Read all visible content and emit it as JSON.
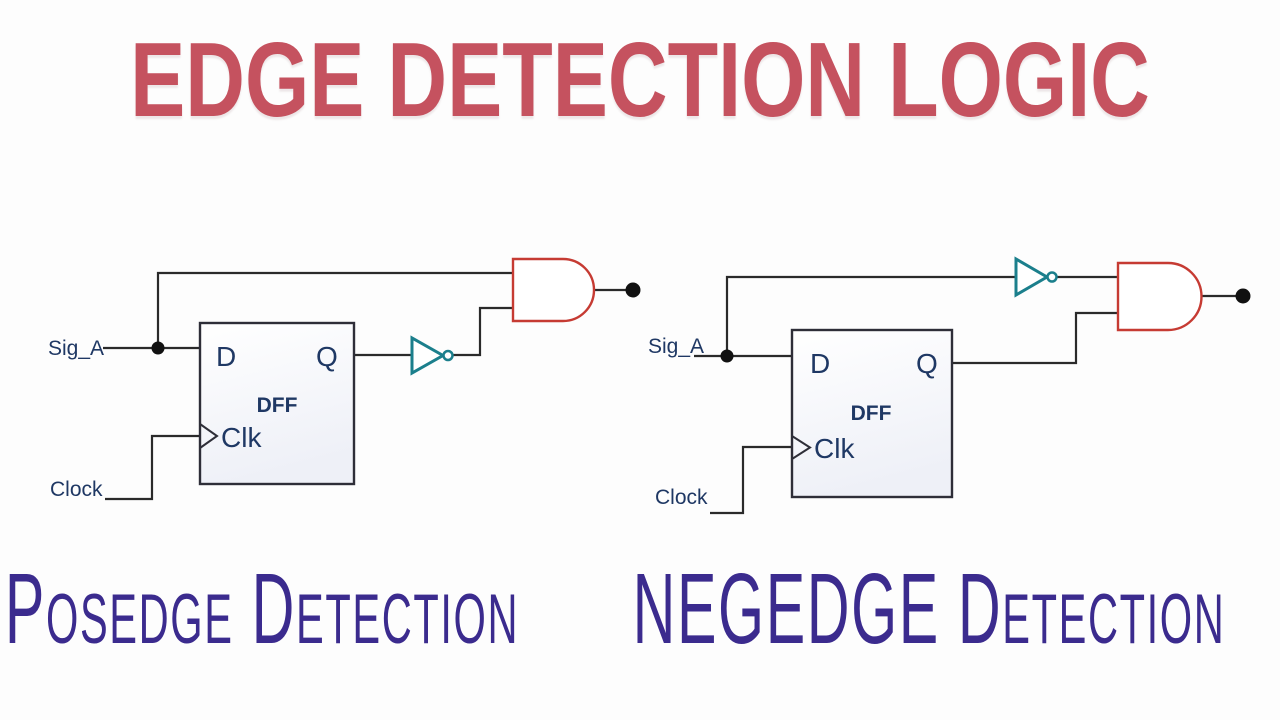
{
  "title": {
    "text": "EDGE DETECTION LOGIC"
  },
  "circuits": {
    "posedge": {
      "caption": "Posedge Detection",
      "signal_label": "Sig_A",
      "clock_label": "Clock",
      "block_name": "DFF",
      "pins": {
        "d": "D",
        "q": "Q",
        "clk": "Clk"
      }
    },
    "negedge": {
      "caption": "NEGEDGE Detection",
      "signal_label": "Sig_A",
      "clock_label": "Clock",
      "block_name": "DFF",
      "pins": {
        "d": "D",
        "q": "Q",
        "clk": "Clk"
      }
    }
  },
  "colors": {
    "title": "#c5525f",
    "caption": "#3b2b8e",
    "label_text": "#1f3864",
    "wire": "#2a2a2a",
    "and_gate_stroke": "#c63b33",
    "inverter_stroke": "#1b7f8c",
    "dff_border": "#2e2e38",
    "background": "#fdfdfd"
  }
}
